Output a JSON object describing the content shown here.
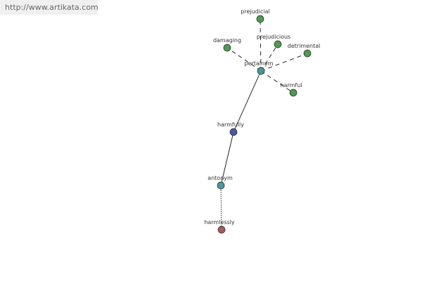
{
  "watermark": {
    "url_text": "http://www.artikata.com"
  },
  "colors": {
    "synonym_node": "#4f9a4f",
    "relation_node": "#4a9898",
    "root_node": "#4a5a9a",
    "antonym_word_node": "#a85a5a",
    "edge_stroke": "#111111"
  },
  "graph": {
    "nodes": [
      {
        "id": "prejudicial",
        "label": "prejudicial",
        "kind": "word"
      },
      {
        "id": "prejudicious",
        "label": "prejudicious",
        "kind": "word"
      },
      {
        "id": "detrimental",
        "label": "detrimental",
        "kind": "word"
      },
      {
        "id": "damaging",
        "label": "damaging",
        "kind": "word"
      },
      {
        "id": "pertainym",
        "label": "pertainym",
        "kind": "relation"
      },
      {
        "id": "harmful",
        "label": "harmful",
        "kind": "word"
      },
      {
        "id": "harmfully",
        "label": "harmfully",
        "kind": "root"
      },
      {
        "id": "antonym",
        "label": "antonym",
        "kind": "relation"
      },
      {
        "id": "harmlessly",
        "label": "harmlessly",
        "kind": "antonym-word"
      }
    ],
    "edges": [
      {
        "from": "pertainym",
        "to": "prejudicial",
        "style": "dashed"
      },
      {
        "from": "pertainym",
        "to": "prejudicious",
        "style": "dashed"
      },
      {
        "from": "pertainym",
        "to": "detrimental",
        "style": "dashed"
      },
      {
        "from": "pertainym",
        "to": "damaging",
        "style": "dashed"
      },
      {
        "from": "pertainym",
        "to": "harmful",
        "style": "dashed"
      },
      {
        "from": "harmfully",
        "to": "pertainym",
        "style": "solid"
      },
      {
        "from": "harmfully",
        "to": "antonym",
        "style": "solid"
      },
      {
        "from": "antonym",
        "to": "harmlessly",
        "style": "dotted"
      }
    ]
  }
}
